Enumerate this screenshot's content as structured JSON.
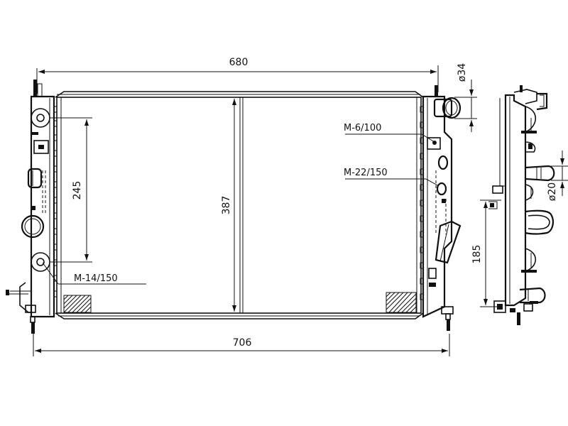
{
  "dimensions": {
    "width_top": "680",
    "width_bottom": "706",
    "core_height": "387",
    "mount_spacing": "245",
    "side_height": "185",
    "inlet_diameter": "ø34",
    "outlet_diameter": "ø20"
  },
  "callouts": {
    "left_bottom": "M-14/150",
    "right_upper": "M-6/100",
    "right_middle": "M-22/150"
  }
}
